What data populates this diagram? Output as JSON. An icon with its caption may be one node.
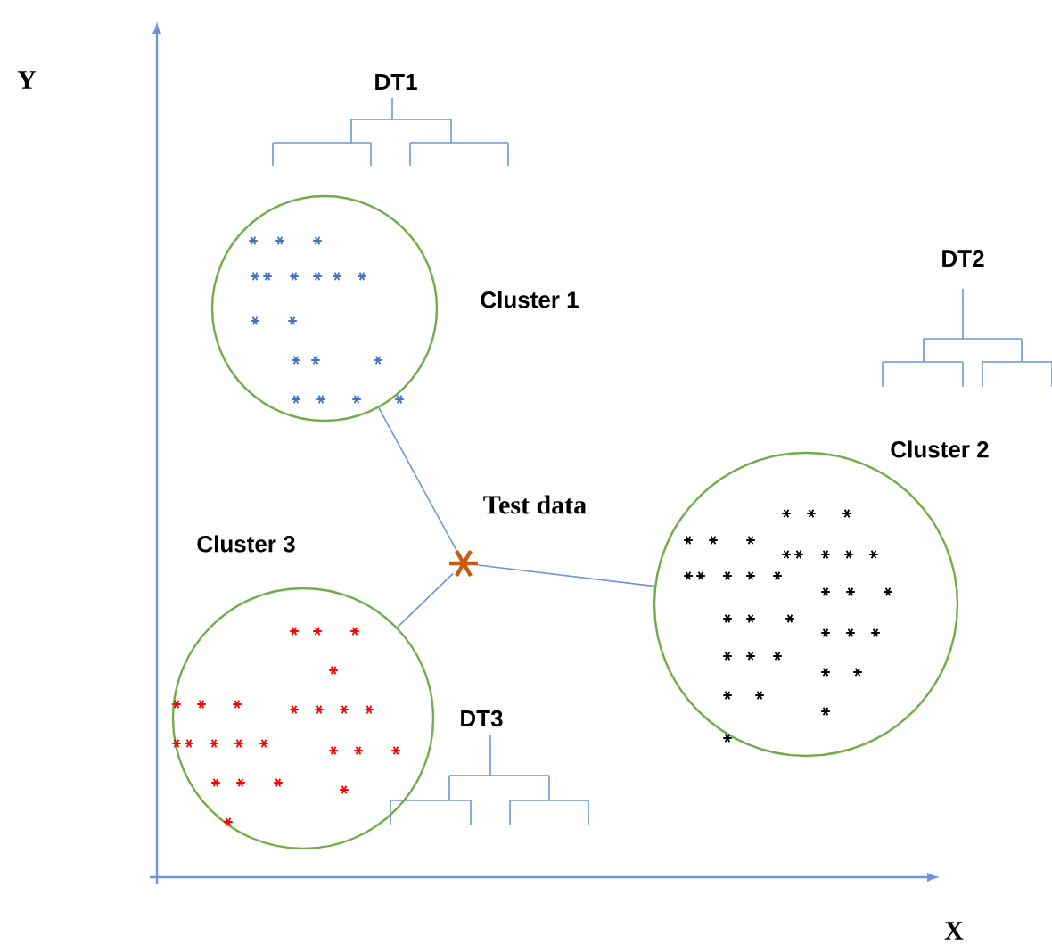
{
  "diagram": {
    "nodes": [
      {
        "text": [
          "Cluster 1"
        ]
      },
      {
        "text": [
          "Cluster 2"
        ]
      },
      {
        "text": [
          "Cluster 3"
        ]
      },
      {
        "text": [],
        "shape": "star",
        "beside": [
          "Test data"
        ]
      }
    ],
    "edges": [
      {
        "from": 3,
        "to": 0,
        "arrow": "none"
      },
      {
        "from": 3,
        "to": 1,
        "arrow": "none"
      },
      {
        "from": 3,
        "to": 2,
        "arrow": "none"
      }
    ],
    "labels": [
      "Y",
      "DT1",
      "DT2",
      "DT3",
      "X"
    ]
  }
}
